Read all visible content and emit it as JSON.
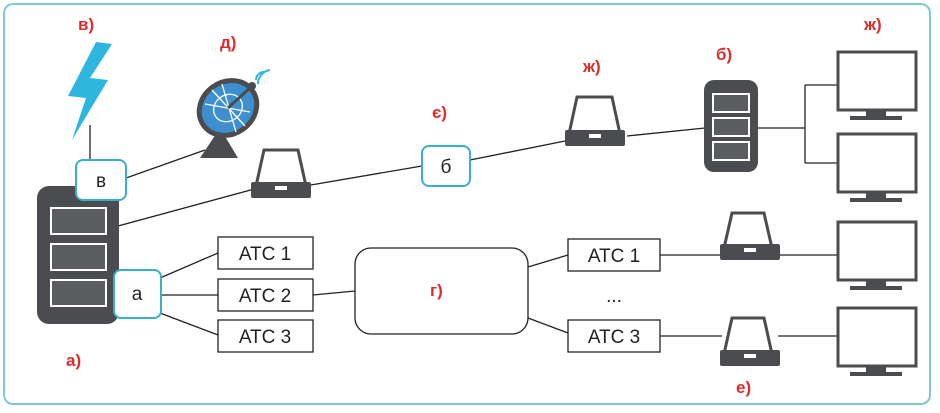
{
  "labels": {
    "a": "а)",
    "b": "б)",
    "v": "в)",
    "g": "г)",
    "d": "д)",
    "e": "е)",
    "ye": "є)",
    "zh_router": "ж)",
    "zh_terminal": "ж)"
  },
  "nodes": {
    "box_v": "в",
    "box_a": "а",
    "box_b": "б",
    "dots": "..."
  },
  "exchanges_left": [
    "АТС 1",
    "АТС 2",
    "АТС 3"
  ],
  "exchanges_right": [
    "АТС 1",
    "АТС 3"
  ],
  "colors": {
    "accent_red": "#e02b2b",
    "frame_cyan": "#7fc9d6",
    "box_cyan": "#3aaecf",
    "device_dark": "#4a4c4f",
    "dish_blue": "#3d8fcf"
  },
  "icons": {
    "lightning": "lightning-icon",
    "dish": "satellite-dish-icon",
    "router": "router-icon",
    "server": "server-rack-icon",
    "monitor": "monitor-icon"
  }
}
